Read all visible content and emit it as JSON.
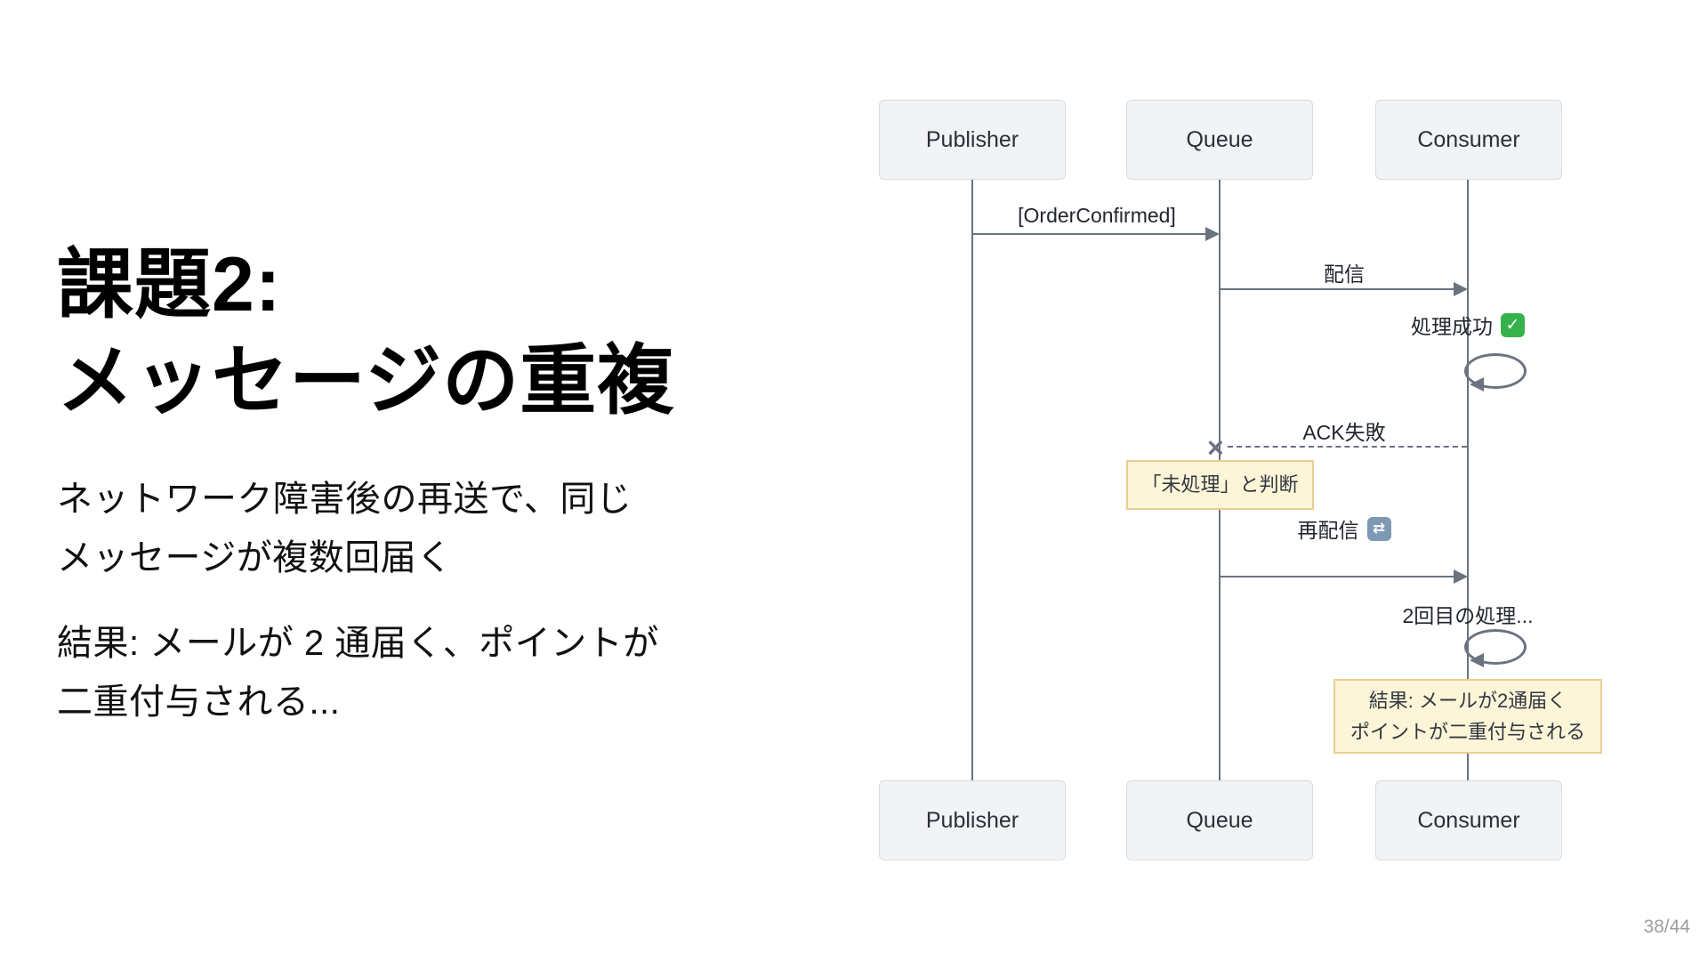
{
  "slide": {
    "title": {
      "line1": "課題2:",
      "line2": "メッセージの重複"
    },
    "paragraphs": [
      {
        "line1": "ネットワーク障害後の再送で、同じ",
        "line2": "メッセージが複数回届く"
      },
      {
        "line1": "結果: メールが 2 通届く、ポイントが",
        "line2": "二重付与される..."
      }
    ],
    "page_number": "38/44"
  },
  "diagram": {
    "actors": [
      {
        "name": "Publisher"
      },
      {
        "name": "Queue"
      },
      {
        "name": "Consumer"
      }
    ],
    "messages": {
      "order_confirmed": "[OrderConfirmed]",
      "deliver": "配信",
      "process_success": "処理成功",
      "ack_fail": "ACK失敗",
      "redeliver": "再配信",
      "second_process": "2回目の処理..."
    },
    "notes": {
      "unprocessed": "「未処理」と判断",
      "result_line1": "結果: メールが2通届く",
      "result_line2": "ポイントが二重付与される"
    },
    "icons": {
      "check": "✓",
      "repeat": "⇄",
      "fail_cross": "×"
    },
    "colors": {
      "actor_fill": "#f2f3f5",
      "actor_border": "#d9dce2",
      "line_gray": "#6b7280",
      "note_fill": "#fdf5d8",
      "note_border": "#e9cf8f",
      "check_green": "#35b24a",
      "repeat_blue": "#7e99b4",
      "page_number_gray": "#9a9da1"
    }
  }
}
